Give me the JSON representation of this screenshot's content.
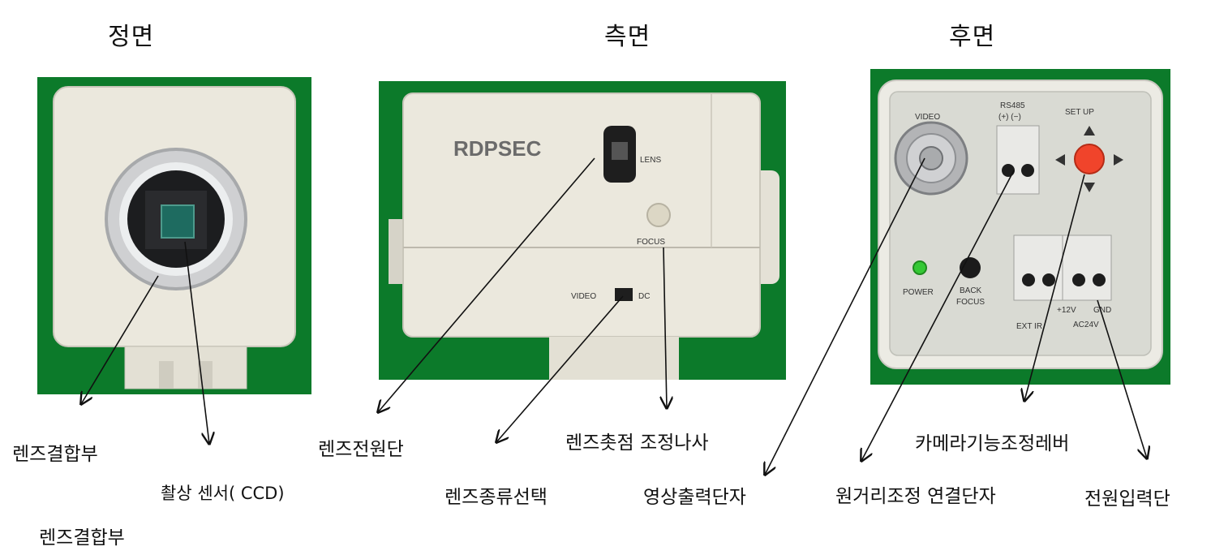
{
  "headings": {
    "front": "정면",
    "side": "측면",
    "rear": "후면"
  },
  "front_panel": {
    "colors": {
      "background": "#0c7a2a",
      "body": "#ebe8dd"
    }
  },
  "side_panel": {
    "brand": "RDPSEC",
    "lens_label": "LENS",
    "focus_label": "FOCUS",
    "switch_left": "VIDEO",
    "switch_right": "DC",
    "colors": {
      "background": "#0c7a2a",
      "body": "#ebe8dd"
    }
  },
  "rear_panel": {
    "video_label": "VIDEO",
    "rs485_label": "RS485",
    "rs485_pins": "(+)  (−)",
    "setup_label": "SET UP",
    "power_label": "POWER",
    "back_focus_label_1": "BACK",
    "back_focus_label_2": "FOCUS",
    "plus12v_label": "+12V",
    "gnd_label": "GND",
    "ext_ir_label": "EXT IR",
    "ac24v_label": "AC24V",
    "colors": {
      "background": "#0c7a2a",
      "plate": "#d9dad3",
      "button": "#f0442b",
      "led": "#35c835"
    }
  },
  "labels": {
    "lens_mount": "렌즈결합부",
    "image_sensor": "촬상 센서( CCD)",
    "lens_mount_repeat": "렌즈결합부",
    "lens_power": "렌즈전원단",
    "lens_type_select": "렌즈종류선택",
    "focus_screw": "렌즈촛점 조정나사",
    "video_out": "영상출력단자",
    "remote_terminal": "원거리조정 연결단자",
    "function_lever": "카메라기능조정레버",
    "power_input": "전원입력단"
  }
}
